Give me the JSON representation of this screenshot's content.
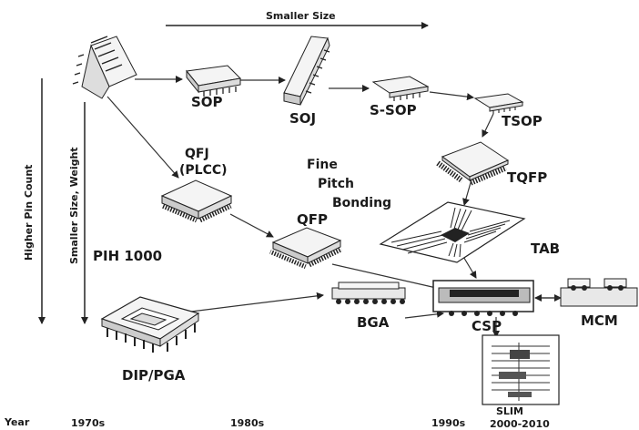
{
  "labels": {
    "smaller_size": "Smaller Size",
    "higher_pin_count": "Higher Pin Count",
    "smaller_size_weight": "Smaller Size, Weight",
    "sop": "SOP",
    "soj": "SOJ",
    "s_sop": "S-SOP",
    "tsop": "TSOP",
    "qfj": "QFJ",
    "plcc": "(PLCC)",
    "fine": "Fine",
    "pitch": "Pitch",
    "bonding": "Bonding",
    "tqfp": "TQFP",
    "qfp": "QFP",
    "tab": "TAB",
    "pih": "PIH 1000",
    "bga": "BGA",
    "csp": "CSP",
    "mcm": "MCM",
    "slim": "SLIM",
    "slim_years": "2000-2010",
    "dip_pga": "DIP/PGA"
  },
  "timeline": {
    "year_label": "Year",
    "t1970": "1970s",
    "t1980": "1980s",
    "t1990": "1990s"
  }
}
